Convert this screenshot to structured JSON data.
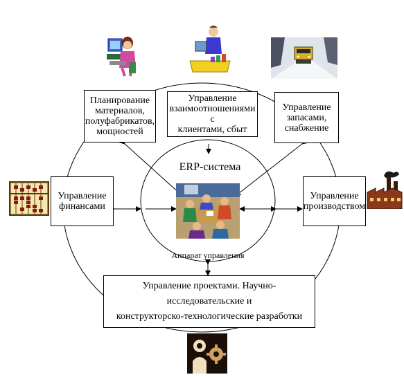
{
  "diagram": {
    "center_title": "ERP-система",
    "center_subtitle": "Аппарат управления",
    "boxes": {
      "planning": "Планирование\nматериалов,\nполуфабрикатов,\nмощностей",
      "crm": "Управление\nвзаимоотношениями с\nклиентами, сбыт",
      "inventory": "Управление\nзапасами,\nснабжение",
      "finance": "Управление\nфинансами",
      "production": "Управление\nпроизводством",
      "projects": "Управление проектами. Научно-исследовательские и\nконструкторско-технологические разработки"
    },
    "icons": [
      "woman-at-computer-icon",
      "shop-clerk-icon",
      "truck-photo-icon",
      "abacus-icon",
      "factory-icon",
      "gears-icon",
      "meeting-people-icon"
    ]
  }
}
